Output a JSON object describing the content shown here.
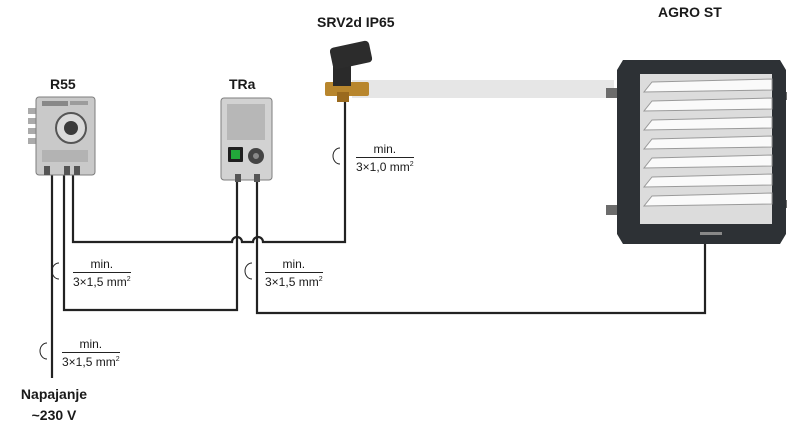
{
  "devices": {
    "r55": {
      "label": "R55"
    },
    "tra": {
      "label": "TRa"
    },
    "srv": {
      "label": "SRV2d IP65"
    },
    "agro": {
      "label": "AGRO ST"
    }
  },
  "cables": {
    "srv_cable": {
      "line1": "min.",
      "line2": "3×1,0 mm",
      "sup": "2"
    },
    "r55_tra": {
      "line1": "min.",
      "line2": "3×1,5 mm",
      "sup": "2"
    },
    "tra_heater": {
      "line1": "min.",
      "line2": "3×1,5 mm",
      "sup": "2"
    },
    "supply": {
      "line1": "min.",
      "line2": "3×1,5 mm",
      "sup": "2"
    }
  },
  "power": {
    "line1": "Napajanje",
    "line2": "~230 V"
  }
}
